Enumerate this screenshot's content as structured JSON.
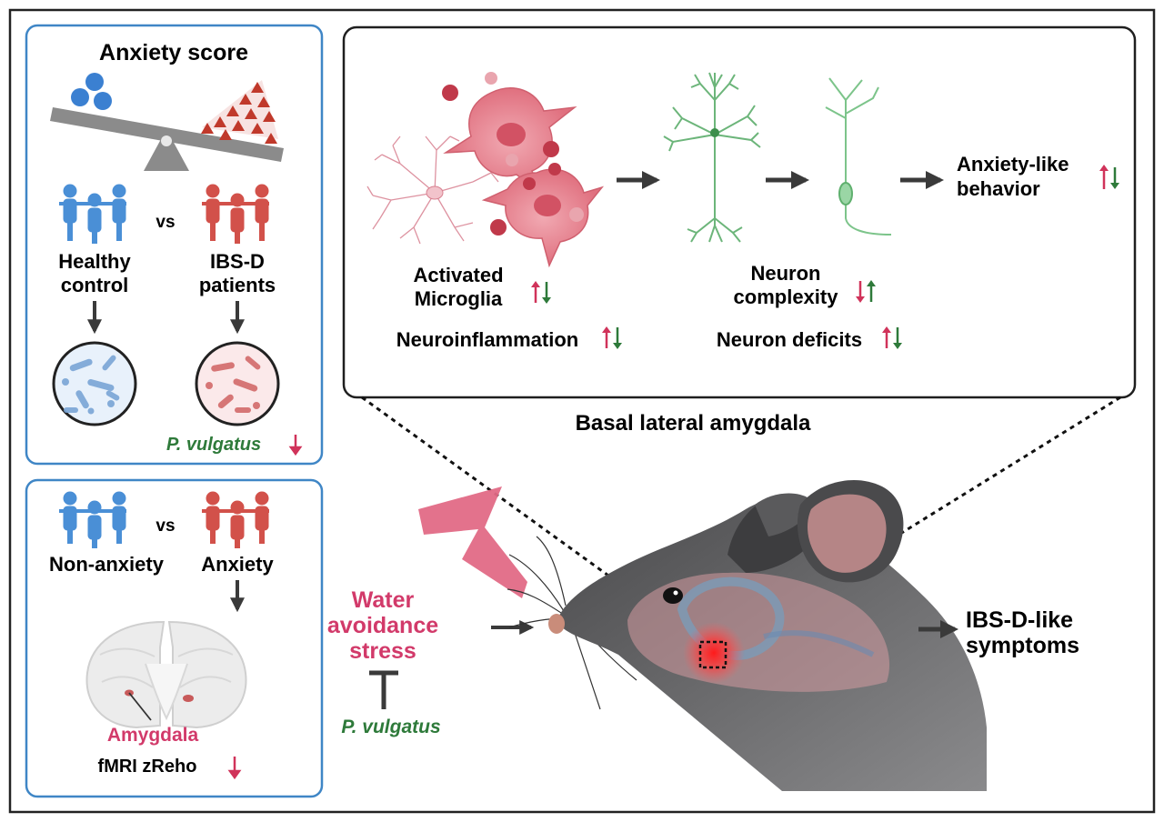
{
  "colors": {
    "blue_people": "#4a8fd6",
    "red_people": "#d2514a",
    "up_arrow": "#d0335a",
    "down_arrow": "#2e7a3a",
    "pink_label": "#d23a6a",
    "green_label": "#2e7a3a",
    "panel_border": "#3f86c6",
    "frame": "#222222"
  },
  "icons": [
    "balance-scale-icon",
    "people-group-icon",
    "microbiome-circle-icon",
    "brain-slice-icon",
    "microglia-icon",
    "neuron-icon",
    "lightning-bolt-icon",
    "mouse-head-icon"
  ],
  "left_top": {
    "title": "Anxiety score",
    "vs": "vs",
    "group1": [
      "Healthy",
      "control"
    ],
    "group2": [
      "IBS-D",
      "patients"
    ],
    "species": "P. vulgatus"
  },
  "left_bottom": {
    "vs": "vs",
    "group1": "Non-anxiety",
    "group2": "Anxiety",
    "region": "Amygdala",
    "metric": "fMRI zReho"
  },
  "amygdala_panel": {
    "microglia_label": [
      "Activated",
      "Microglia"
    ],
    "neuroinflammation": "Neuroinflammation",
    "neuron_complexity": [
      "Neuron",
      "complexity"
    ],
    "neuron_deficits": "Neuron deficits",
    "behavior": [
      "Anxiety-like",
      "behavior"
    ]
  },
  "region_caption": "Basal lateral amygdala",
  "stress": {
    "label": [
      "Water",
      "avoidance",
      "stress"
    ],
    "inhibitor": "P. vulgatus"
  },
  "outcome": [
    "IBS-D-like",
    "symptoms"
  ]
}
